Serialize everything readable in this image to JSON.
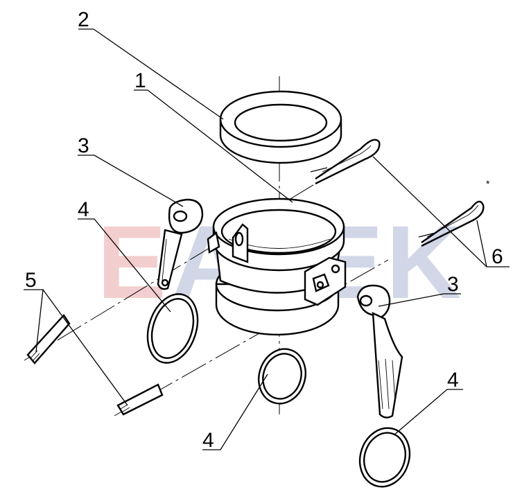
{
  "watermark": {
    "text": "EABEK",
    "colors": [
      "#f2c6c6",
      "#c9d1e3",
      "#f2c6c6",
      "#c9d1e3",
      "#c9d1e3"
    ]
  },
  "labels": [
    "2",
    "1",
    "3",
    "4",
    "5",
    "6",
    "3",
    "4",
    "4"
  ],
  "asterisk": "*",
  "colors": {
    "line": "#000000",
    "background": "#ffffff"
  }
}
